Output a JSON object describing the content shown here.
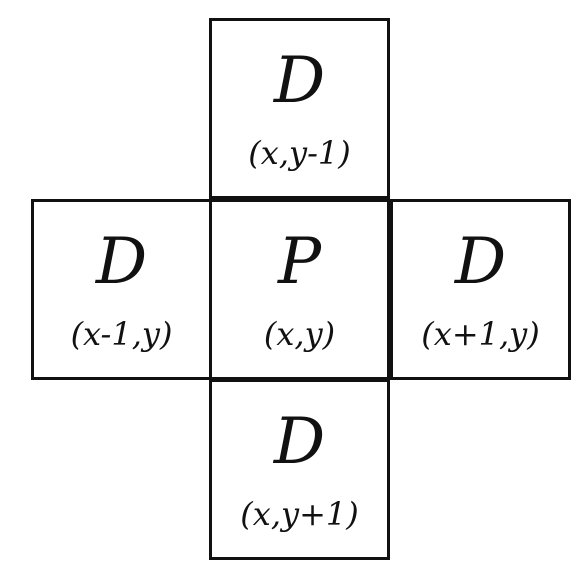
{
  "cells": {
    "top": {
      "label": "D",
      "coord": "(x,y-1)"
    },
    "left": {
      "label": "D",
      "coord": "(x-1,y)"
    },
    "center": {
      "label": "P",
      "coord": "(x,y)"
    },
    "right": {
      "label": "D",
      "coord": "(x+1,y)"
    },
    "bottom": {
      "label": "D",
      "coord": "(x,y+1)"
    }
  },
  "colors": {
    "border": "#111111",
    "text": "#111111",
    "background": "#ffffff"
  }
}
